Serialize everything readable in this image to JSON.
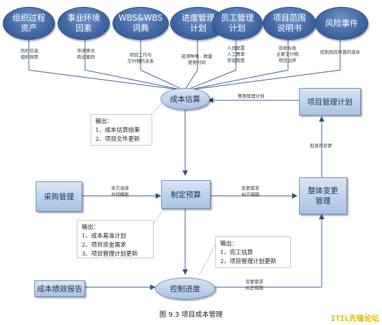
{
  "inputs": [
    {
      "label": "组织过程\n资产",
      "note": "历时信息\n组织政策"
    },
    {
      "label": "事业环境\n因素",
      "note": "市场情况\n商业案例"
    },
    {
      "label": "WBS&WBS\n词典",
      "note": "项目工作与\n交付物的关系"
    },
    {
      "label": "进度管理\n计划",
      "note": "资源种类、数量\n使用时间"
    },
    {
      "label": "员工管理\n计划",
      "note": "人员配置\n人工费率\n奖惩制度"
    },
    {
      "label": "项目范围\n说明书",
      "note": "验收标准\n主要交付物\n项目边界"
    },
    {
      "label": "风险事件",
      "note": "控制风险所需的成本"
    }
  ],
  "nodes": {
    "estimate": "成本估算",
    "budget": "制定预算",
    "control": "控制进度",
    "plan": "项目管理计划",
    "change": "整体变更\n管理",
    "procurement": "采购管理",
    "report": "成本绩效报告"
  },
  "edge_labels": {
    "plan_to_estimate": "费用管理计划",
    "change_to_plan": "批准的变更",
    "procurement_to_budget": "卖方选择\n合同模版",
    "budget_to_change": "变更需求\n纠正措施",
    "control_to_change": "变更需求\n纠正措施"
  },
  "outputs": {
    "estimate": {
      "title": "输出：",
      "items": [
        "1、成本估算结果",
        "2、项目文件更新"
      ]
    },
    "budget": {
      "title": "输出：",
      "items": [
        "1、成本基准计划",
        "2、项目资金需求",
        "3、项目管理计划更新"
      ]
    },
    "control": {
      "title": "输出：",
      "items": [
        "1、完工估算",
        "2、项目管理计划更新"
      ]
    }
  },
  "caption": "图 9.3  项目成本管理",
  "watermark": "ITIL先锋论坛",
  "colors": {
    "ellipse": "#3f66a3",
    "node": "#c3d6ee",
    "line": "#3a5a9a"
  }
}
